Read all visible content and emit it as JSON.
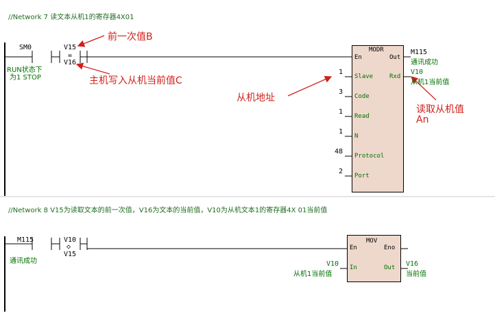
{
  "network7": {
    "comment": "//Network 7  读文本从机1的寄存器4X01",
    "contact_sm0": "SM0",
    "sm0_note_line1": "RUN状态下",
    "sm0_note_line2": "为1 STOP",
    "compare_top": "V15",
    "compare_op": "=",
    "compare_bottom": "V16",
    "modr": {
      "title": "MODR",
      "pins_left": [
        "En",
        "Slave",
        "Code",
        "Read",
        "N",
        "Protocol",
        "Port"
      ],
      "pin_values": [
        "1",
        "3",
        "1",
        "1",
        "48",
        "2"
      ],
      "out_label": "Out",
      "rxd_label": "Rxd",
      "out_var": "M115",
      "out_note": "通讯成功",
      "rxd_var": "V10",
      "rxd_note": "从机1当前值"
    },
    "annotations": {
      "prev_value": "前一次值B",
      "master_write": "主机写入从机当前值C",
      "slave_addr": "从机地址",
      "read_slave_line1": "读取从机值",
      "read_slave_line2": "An"
    }
  },
  "network8": {
    "comment": "//Network 8  V15为读取文本的前一次值，V16为文本的当前值，V10为从机文本1的寄存器4X  01当前值",
    "contact_m115": "M115",
    "m115_note": "通讯成功",
    "compare_top": "V10",
    "compare_op": "◇",
    "compare_bottom": "V15",
    "mov": {
      "title": "MOV",
      "en": "En",
      "eno": "Eno",
      "in": "In",
      "out": "Out",
      "in_var": "V10",
      "in_note": "从机1当前值",
      "out_var": "V16",
      "out_note": "当前值"
    }
  },
  "colors": {
    "comment": "#1f6b1f",
    "annotation": "#d0201a",
    "block_fill": "#eed8cc"
  }
}
